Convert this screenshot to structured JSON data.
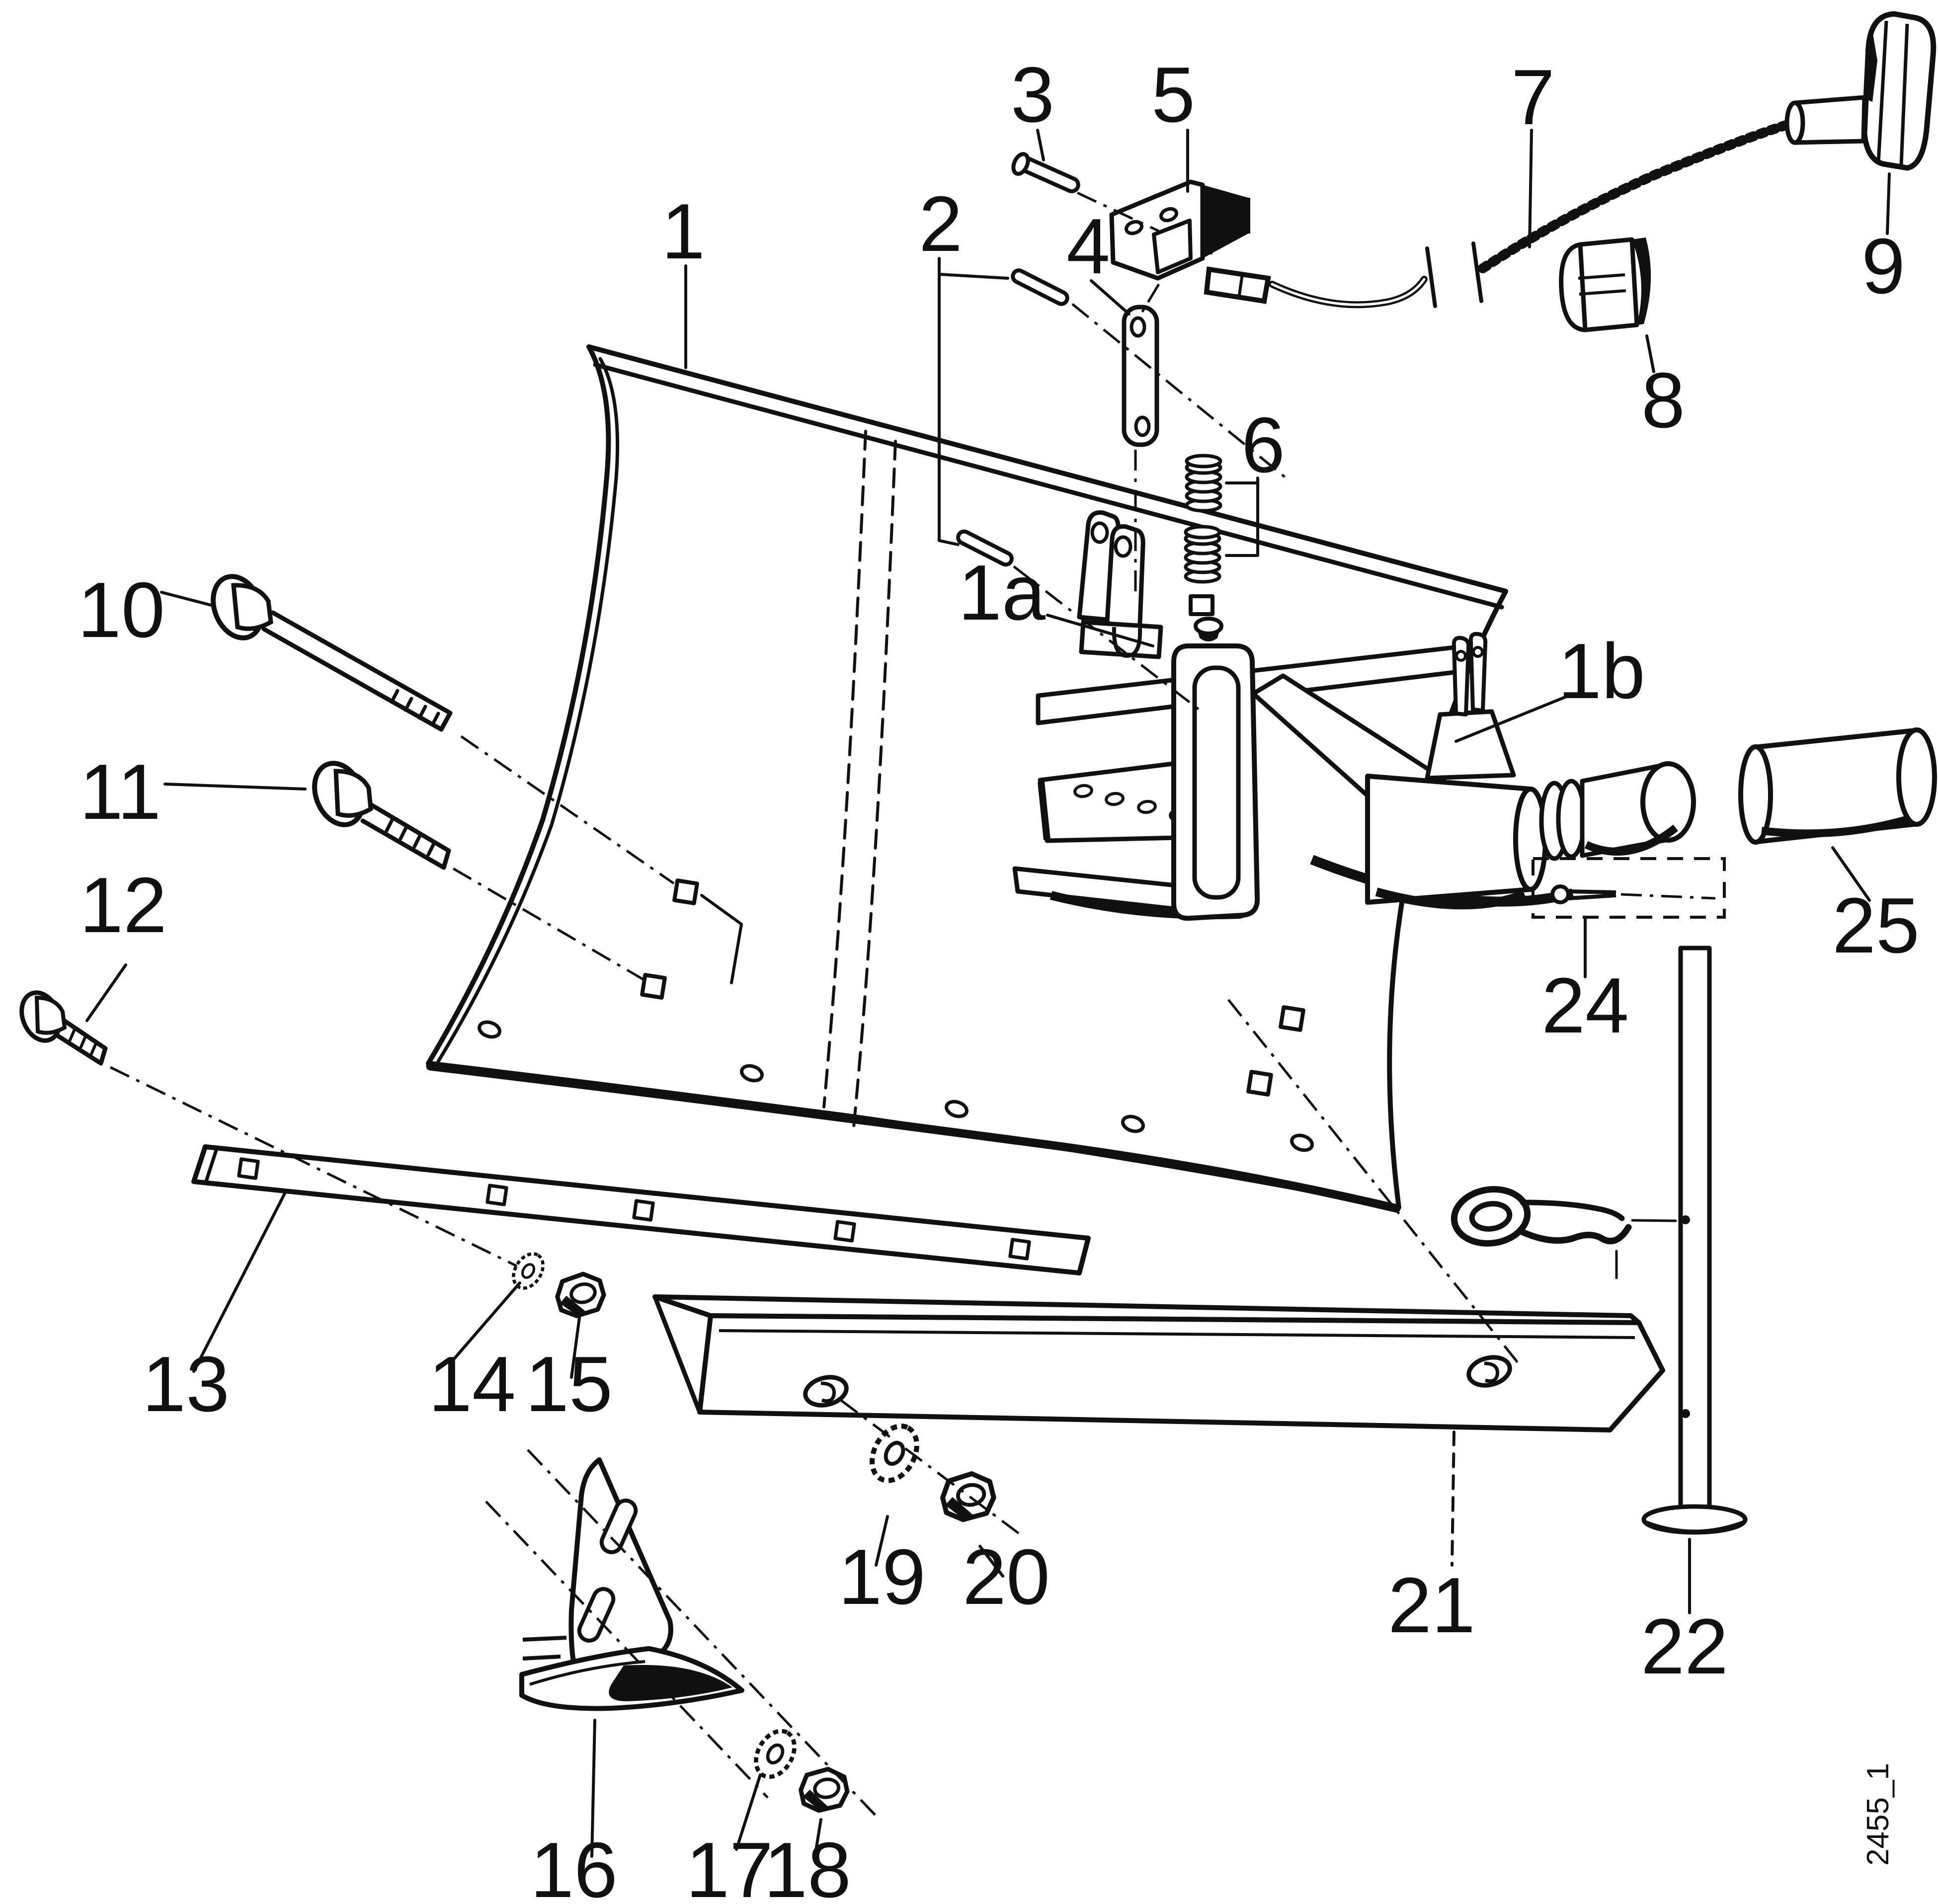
{
  "figure": {
    "code": "2455_1",
    "callouts": {
      "n1": "1",
      "n1a": "1a",
      "n1b": "1b",
      "n2": "2",
      "n3": "3",
      "n4": "4",
      "n5": "5",
      "n6": "6",
      "n7": "7",
      "n8": "8",
      "n9": "9",
      "n10": "10",
      "n11": "11",
      "n12": "12",
      "n13": "13",
      "n14": "14",
      "n15": "15",
      "n16": "16",
      "n17": "17",
      "n18": "18",
      "n19": "19",
      "n20": "20",
      "n21": "21",
      "n22": "22",
      "n24": "24",
      "n25": "25"
    }
  }
}
